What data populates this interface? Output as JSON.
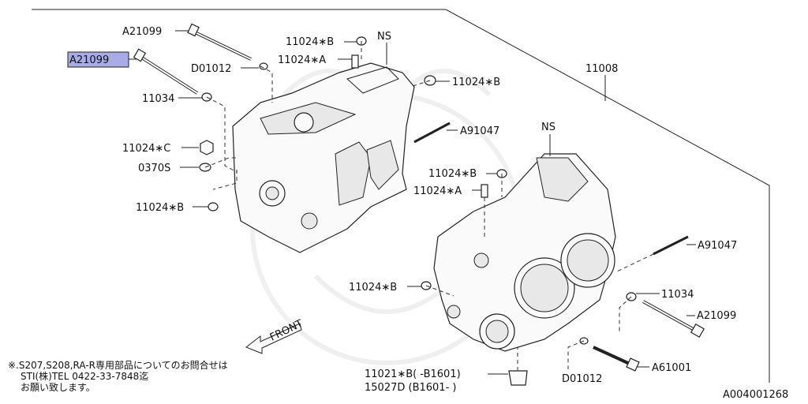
{
  "labels": {
    "a21099_top": "A21099",
    "a21099_highlight": "A21099",
    "d01012_left": "D01012",
    "l11034_left": "11034",
    "l11024b_top": "11024∗B",
    "l11024a_top": "11024∗A",
    "ns_left": "NS",
    "l11024b_right1": "11024∗B",
    "l11008": "11008",
    "a91047_mid": "A91047",
    "ns_right": "NS",
    "l11024c": "11024∗C",
    "o370s": "0370S",
    "l11024b_mid": "11024∗B",
    "l11024a_mid": "11024∗A",
    "l11024b_low": "11024∗B",
    "a91047_right": "A91047",
    "l11024b_bottom": "11024∗B",
    "l11034_right": "11034",
    "a21099_right": "A21099",
    "a61001": "A61001",
    "d01012_right": "D01012",
    "l11021": "11021∗B( -B1601)",
    "l15027": "15027D (B1601- )",
    "front": "FRONT",
    "diagram_id": "A004001268"
  },
  "note": {
    "line1": "※.S207,S208,RA-R専用部品についてのお問合せは",
    "line2": "STI(株)TEL 0422-33-7848迄",
    "line3": "お願い致します。"
  },
  "colors": {
    "highlight": "#a9abe6",
    "line": "#222222",
    "background": "#ffffff"
  }
}
